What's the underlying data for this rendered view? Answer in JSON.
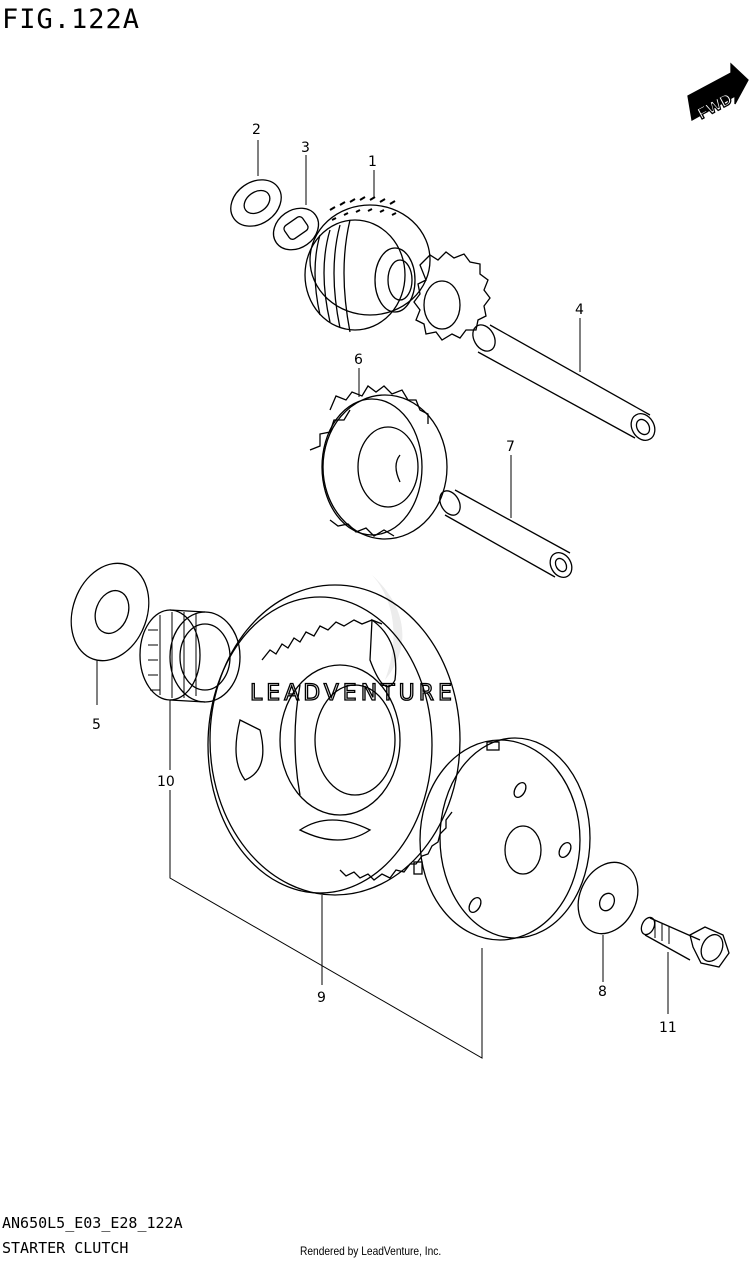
{
  "figure": {
    "title": "FIG.122A",
    "model_code": "AN650L5_E03_E28_122A",
    "section_name": "STARTER CLUTCH",
    "rendered_by": "Rendered by LeadVenture, Inc.",
    "watermark": "LEADVENTURE",
    "direction_badge": "FWD"
  },
  "callouts": {
    "c1": "1",
    "c2": "2",
    "c3": "3",
    "c4": "4",
    "c5": "5",
    "c6": "6",
    "c7": "7",
    "c8": "8",
    "c9": "9",
    "c10": "10",
    "c11": "11"
  },
  "colors": {
    "line": "#000000",
    "background": "#ffffff",
    "watermark": "#e6e6e6"
  }
}
